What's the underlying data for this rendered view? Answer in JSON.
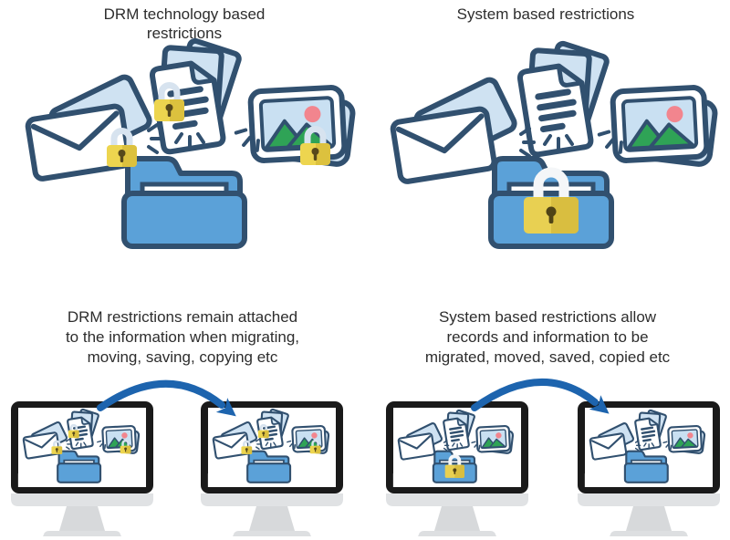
{
  "page": {
    "background": "#FFFFFF"
  },
  "colors": {
    "outline_navy": "#31506F",
    "folder_blue": "#5BA1D8",
    "page_light_blue": "#CFE2F2",
    "picture_sky": "#C9E0F2",
    "lock_gold": "#EDD54F",
    "lock_gold_dark": "#DCC13E",
    "lock_shackle_small": "#D7E3EF",
    "lock_shackle_big": "#F4F6F8",
    "keyhole_dark": "#57491B",
    "mountain_green": "#2FA356",
    "sun_pink": "#F2858E",
    "arrow_blue": "#1D64AE",
    "text": "#2D2D2D",
    "monitor_bezel": "#1A1A1A",
    "monitor_stand": "#D7D9DB"
  },
  "quadrants": {
    "top_left": {
      "title_lines": [
        "DRM technology based",
        "restrictions"
      ],
      "icons": [
        "locked-envelope",
        "locked-documents",
        "locked-photos",
        "open-folder"
      ]
    },
    "top_right": {
      "title_lines": [
        "System based restrictions"
      ],
      "icons": [
        "envelope",
        "documents",
        "photos",
        "locked-folder"
      ]
    },
    "bottom_left": {
      "caption_lines": [
        "DRM restrictions remain attached",
        "to the information when migrating,",
        "moving, saving, copying etc"
      ],
      "monitors": [
        {
          "screen": "drm-restricted-items"
        },
        {
          "screen": "drm-restricted-items"
        }
      ],
      "arrow": "transfer-arrow"
    },
    "bottom_right": {
      "caption_lines": [
        "System based restrictions allow",
        "records and information to be",
        "migrated, moved, saved, copied etc"
      ],
      "monitors": [
        {
          "screen": "system-locked-folder"
        },
        {
          "screen": "unrestricted-items"
        }
      ],
      "arrow": "transfer-arrow"
    }
  }
}
